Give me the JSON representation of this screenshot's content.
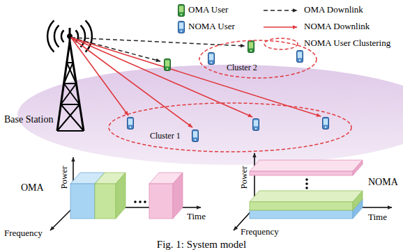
{
  "diagram": {
    "caption": "Fig. 1: System model",
    "nodes": [
      {
        "text": [
          "Cluster 2"
        ]
      },
      {
        "text": [
          "Cluster 1"
        ]
      }
    ],
    "labels": [
      "Base Station",
      "OMA",
      "Power",
      "Frequency",
      "Time",
      "NOMA",
      "Power",
      "Frequency",
      "Time"
    ],
    "legend": [
      {
        "text": "OMA User"
      },
      {
        "text": "OMA Downlink"
      },
      {
        "text": "NOMA User"
      },
      {
        "text": "NOMA Downlink"
      },
      {
        "text": "NOMA User Clustering"
      }
    ]
  }
}
